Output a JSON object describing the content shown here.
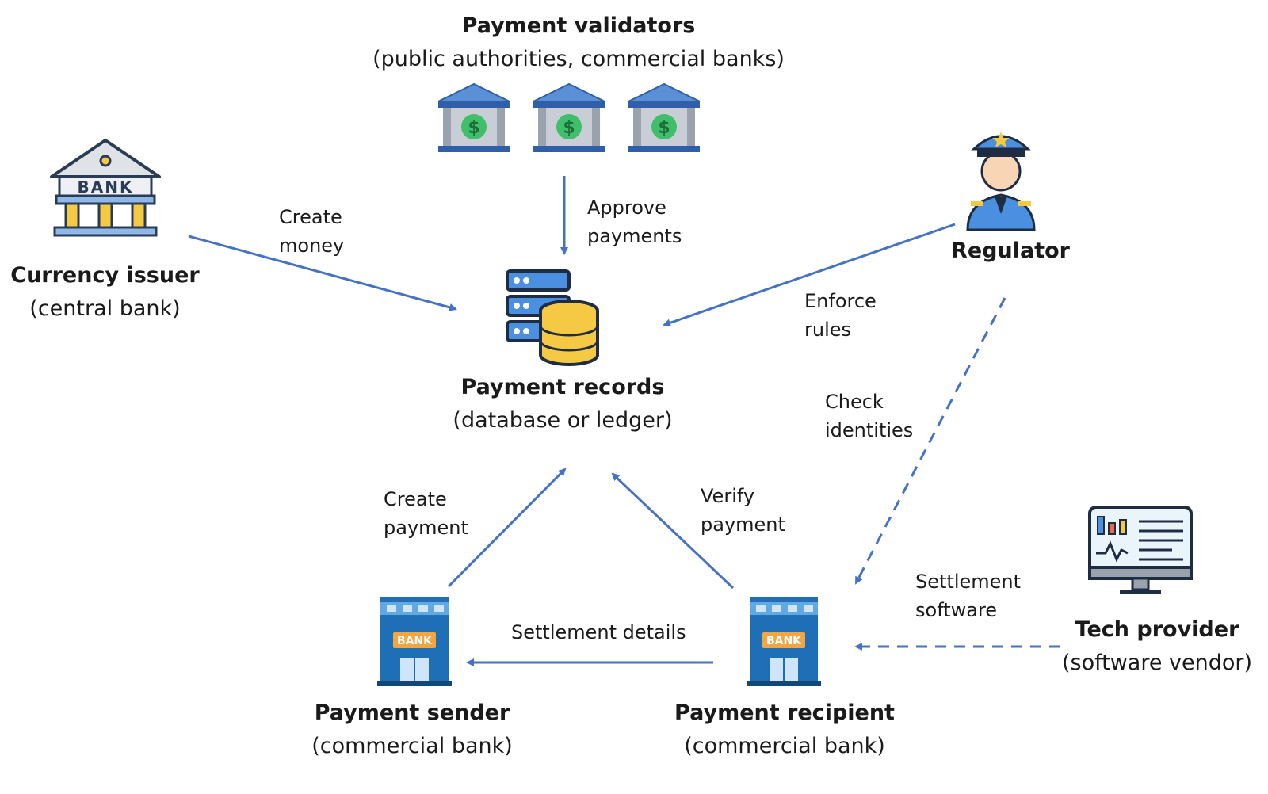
{
  "nodes": {
    "validators": {
      "title": "Payment validators",
      "subtitle": "(public authorities, commercial banks)"
    },
    "issuer": {
      "title": "Currency issuer",
      "subtitle": "(central bank)",
      "icon_text": "BANK"
    },
    "records": {
      "title": "Payment records",
      "subtitle": "(database or ledger)"
    },
    "regulator": {
      "title": "Regulator"
    },
    "tech": {
      "title": "Tech provider",
      "subtitle": "(software vendor)"
    },
    "sender": {
      "title": "Payment sender",
      "subtitle": "(commercial bank)",
      "icon_text": "BANK"
    },
    "recipient": {
      "title": "Payment recipient",
      "subtitle": "(commercial bank)",
      "icon_text": "BANK"
    }
  },
  "edges": {
    "create_money": [
      "Create",
      "money"
    ],
    "approve": [
      "Approve",
      "payments"
    ],
    "enforce": [
      "Enforce",
      "rules"
    ],
    "check": [
      "Check",
      "identities"
    ],
    "create_payment": [
      "Create",
      "payment"
    ],
    "verify": [
      "Verify",
      "payment"
    ],
    "settlement_details": "Settlement details",
    "settlement_software": [
      "Settlement",
      "software"
    ]
  },
  "colors": {
    "arrow": "#4472c4",
    "bank_blue": "#1e6fb5",
    "bank_light": "#62a8e5",
    "bank_badge": "#f2a541",
    "gold": "#f6c944",
    "dollar_green": "#3fbf6a"
  },
  "icons": {
    "validators": "bank-dollar-icon",
    "issuer": "bank-building-icon",
    "records": "database-server-icon",
    "regulator": "police-officer-icon",
    "tech": "monitor-dashboard-icon",
    "sender": "bank-branch-icon",
    "recipient": "bank-branch-icon"
  }
}
